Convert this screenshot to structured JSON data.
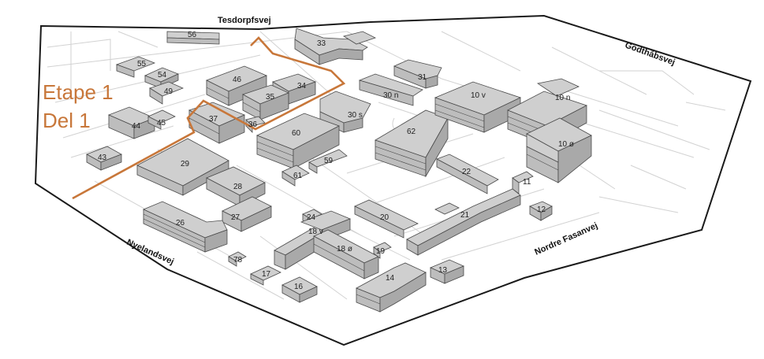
{
  "overlay": {
    "line1": "Etape 1",
    "line2": "Del 1",
    "color": "#c8773a"
  },
  "streets": [
    {
      "id": "tesdorpfsvej",
      "label": "Tesdorpfsvej"
    },
    {
      "id": "godthabsvej",
      "label": "Godthåbsvej"
    },
    {
      "id": "nordre-fasanvej",
      "label": "Nordre Fasanvej"
    },
    {
      "id": "nyelandsvej",
      "label": "Nyelandsvej"
    }
  ],
  "buildings": [
    "56",
    "33",
    "31",
    "55",
    "54",
    "49",
    "46",
    "34",
    "35",
    "30 n",
    "30 s",
    "10 v",
    "10 n",
    "10 ø",
    "44",
    "45",
    "37",
    "36",
    "60",
    "62",
    "43",
    "29",
    "59",
    "61",
    "22",
    "28",
    "27",
    "26",
    "24",
    "20",
    "11",
    "12",
    "21",
    "18 v",
    "18 ø",
    "19",
    "78",
    "17",
    "16",
    "14",
    "13"
  ],
  "colors": {
    "building": "#cfcfcf",
    "outline": "#1a1a1a",
    "boundary": "#c8773a"
  }
}
